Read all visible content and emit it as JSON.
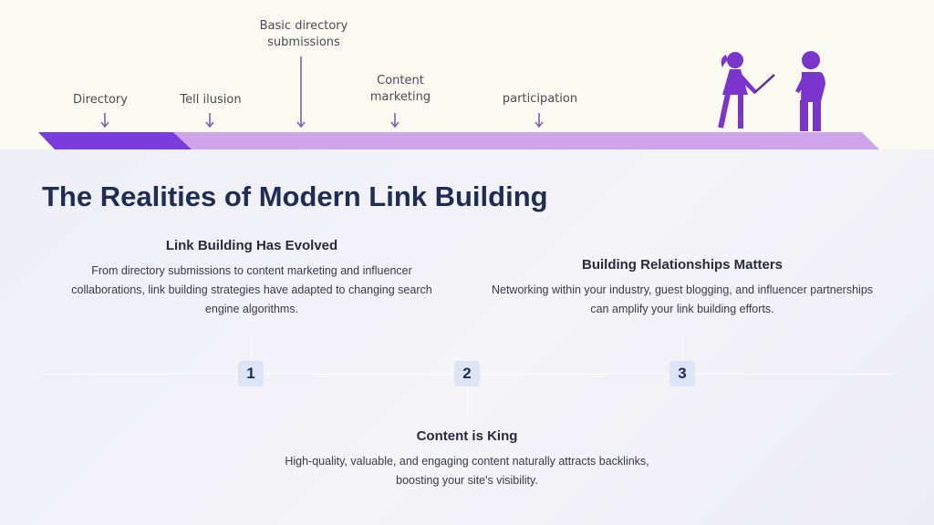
{
  "timeline": {
    "labels": [
      {
        "id": "directory",
        "text": "Directory"
      },
      {
        "id": "tell-ilusion",
        "text": "Tell ilusion"
      },
      {
        "id": "basic-directory",
        "text": "Basic directory\nsubmissions"
      },
      {
        "id": "content-marketing",
        "text": "Content\nmarketing"
      },
      {
        "id": "participation",
        "text": "participation"
      }
    ],
    "colors": {
      "dark": "#7a3cdc",
      "light": "#cfa4ea",
      "figure": "#7a36cc",
      "arrow": "#7a62b0"
    }
  },
  "title": "The Realities of Modern Link Building",
  "points": [
    {
      "number": "1",
      "heading": "Link Building Has Evolved",
      "text": "From directory submissions to content marketing and influencer collaborations, link building strategies have adapted to changing search engine algorithms."
    },
    {
      "number": "2",
      "heading": "Content is King",
      "text": "High-quality, valuable, and engaging content naturally attracts backlinks, boosting your site's visibility."
    },
    {
      "number": "3",
      "heading": "Building Relationships Matters",
      "text": "Networking within your industry, guest blogging, and influencer partnerships can amplify your link building efforts."
    }
  ]
}
